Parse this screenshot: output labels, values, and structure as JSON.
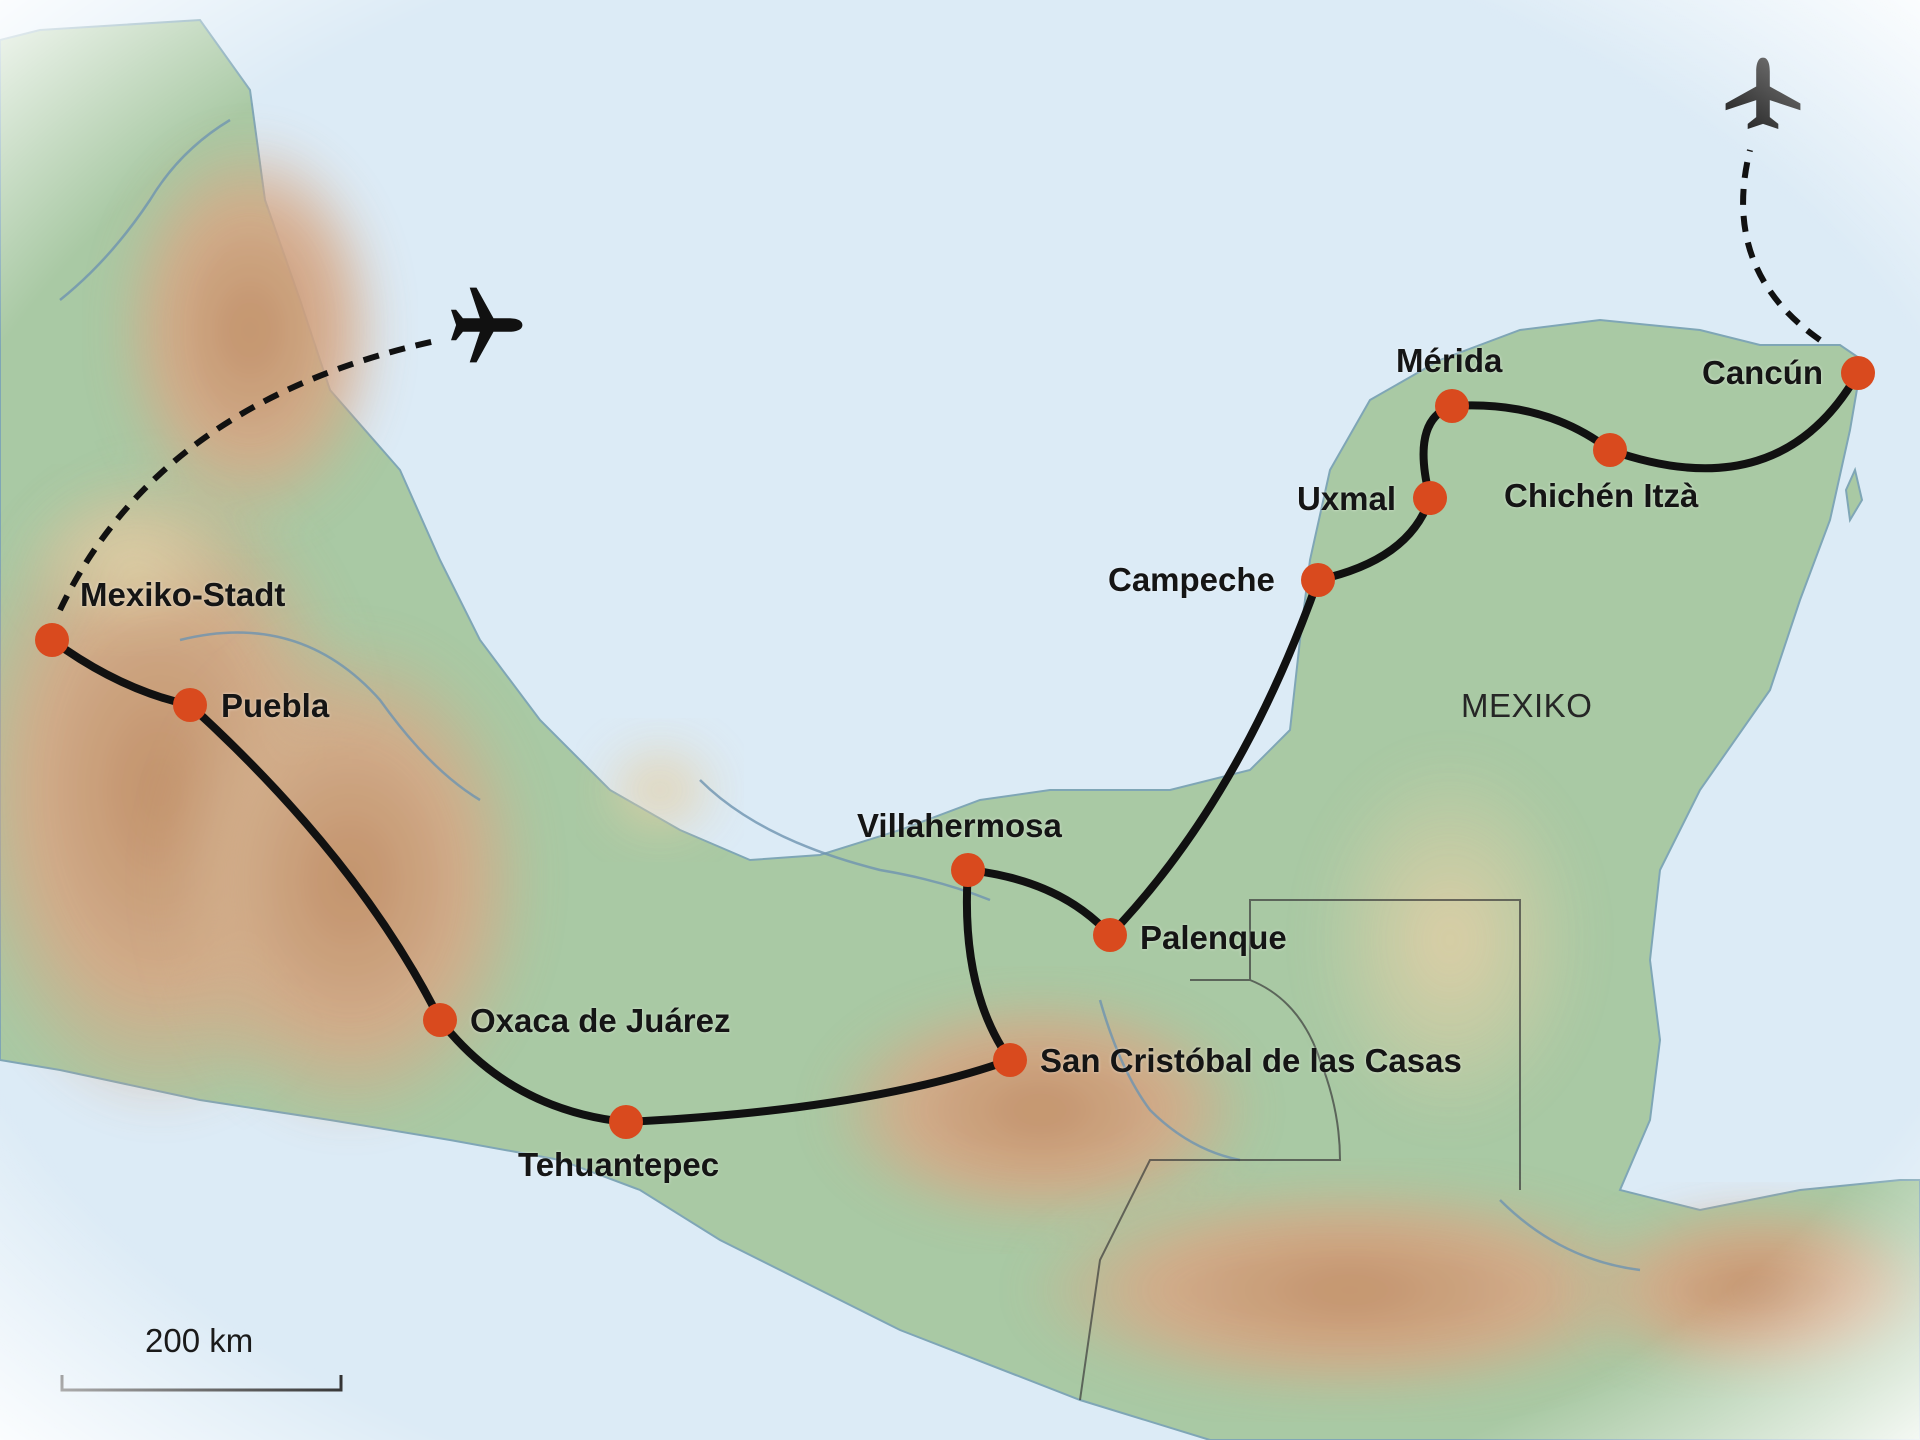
{
  "map": {
    "country_label": "MEXIKO",
    "scale_label": "200 km",
    "colors": {
      "sea": "#dcebf6",
      "lowland": "#a9c9a4",
      "highland": "#d2a27e",
      "route": "#111111",
      "stop": "#d94a1e"
    },
    "stops": [
      {
        "id": "mexiko-stadt",
        "name": "Mexiko-Stadt"
      },
      {
        "id": "puebla",
        "name": "Puebla"
      },
      {
        "id": "oaxaca",
        "name": "Oxaca de Juárez"
      },
      {
        "id": "tehuantepec",
        "name": "Tehuantepec"
      },
      {
        "id": "san-cristobal",
        "name": "San Cristóbal de las Casas"
      },
      {
        "id": "villahermosa",
        "name": "Villahermosa"
      },
      {
        "id": "palenque",
        "name": "Palenque"
      },
      {
        "id": "campeche",
        "name": "Campeche"
      },
      {
        "id": "uxmal",
        "name": "Uxmal"
      },
      {
        "id": "merida",
        "name": "Mérida"
      },
      {
        "id": "chichen-itza",
        "name": "Chichén Itzà"
      },
      {
        "id": "cancun",
        "name": "Cancún"
      }
    ],
    "icons": [
      "airplane-icon",
      "airplane-icon"
    ]
  }
}
